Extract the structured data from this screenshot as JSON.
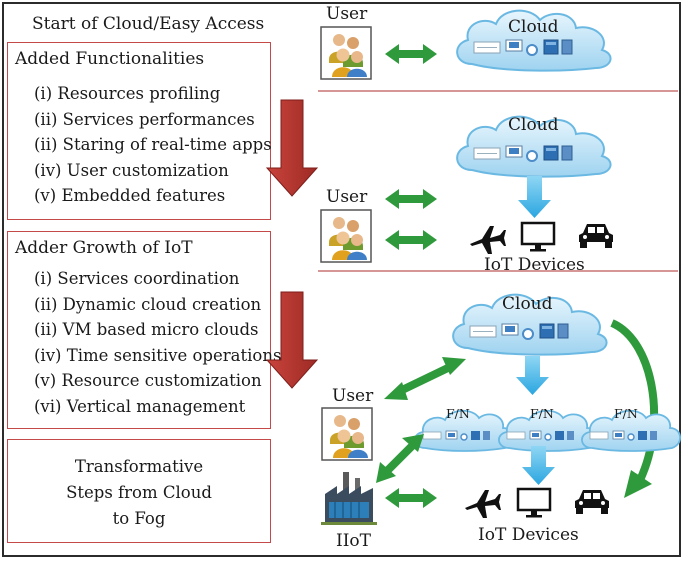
{
  "start_title": "Start of Cloud/Easy Access",
  "functionalities": {
    "title": "Added Functionalities",
    "items": [
      "(i) Resources profiling",
      "(ii) Services performances",
      "(ii) Staring of real-time apps",
      "(iv) User customization",
      "(v) Embedded features"
    ]
  },
  "iot_growth": {
    "title": "Adder Growth of IoT",
    "items": [
      "(i) Services coordination",
      "(ii) Dynamic cloud creation",
      "(ii) VM based micro clouds",
      "(iv) Time sensitive operations",
      "(v) Resource customization",
      "(vi) Vertical management"
    ]
  },
  "summary": {
    "line1": "Transformative",
    "line2": "Steps from Cloud",
    "line3": "to Fog"
  },
  "labels": {
    "user": "User",
    "cloud": "Cloud",
    "iot_devices": "IoT Devices",
    "iiot": "IIoT",
    "fog_node": "F/N"
  },
  "colors": {
    "box_border": "#c44a4a",
    "down_arrow": "#b5312b",
    "green_arrow": "#2f9a3c",
    "cloud_fill": "#bfe3f7",
    "blue_arrow": "#37b4e8",
    "divider": "#c87474"
  }
}
